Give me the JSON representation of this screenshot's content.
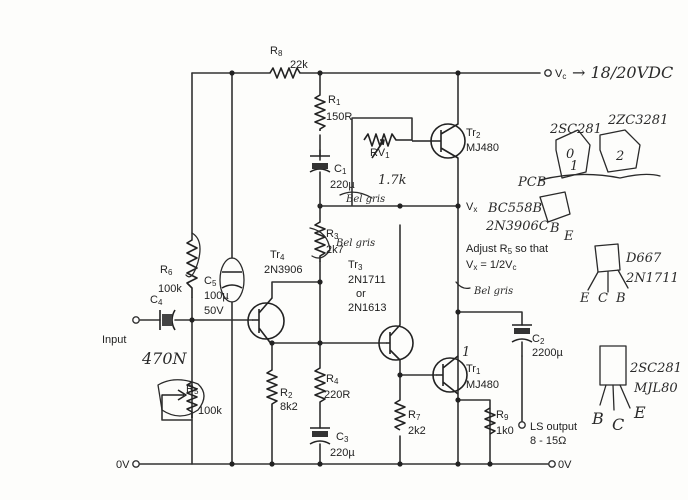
{
  "rails": {
    "vc_label": "V",
    "vc_sub": "c",
    "vc_note": "→ 18/20VDC",
    "gnd_left": "0V",
    "gnd_right": "0V",
    "vx_label": "V",
    "vx_sub": "x"
  },
  "components": {
    "r8": {
      "ref": "R",
      "sub": "8",
      "value": "22k"
    },
    "r1": {
      "ref": "R",
      "sub": "1",
      "value": "150R"
    },
    "c1": {
      "ref": "C",
      "sub": "1",
      "value": "220µ"
    },
    "rv1": {
      "ref": "RV",
      "sub": "1",
      "note": "1.7k"
    },
    "tr2": {
      "ref": "Tr",
      "sub": "2",
      "part": "MJ480"
    },
    "r3": {
      "ref": "R",
      "sub": "3",
      "value": "2k7"
    },
    "tr4": {
      "ref": "Tr",
      "sub": "4",
      "part": "2N3906"
    },
    "r6": {
      "ref": "R",
      "sub": "6",
      "value": "100k"
    },
    "c5": {
      "ref": "C",
      "sub": "5",
      "value": "100µ",
      "voltage": "50V"
    },
    "c4": {
      "ref": "C",
      "sub": "4",
      "note": "470N"
    },
    "r5": {
      "ref": "R",
      "sub": "5",
      "value": "100k"
    },
    "r2": {
      "ref": "R",
      "sub": "2",
      "value": "8k2"
    },
    "r4": {
      "ref": "R",
      "sub": "4",
      "value": "220R"
    },
    "c3": {
      "ref": "C",
      "sub": "3",
      "value": "220µ"
    },
    "tr3": {
      "ref": "Tr",
      "sub": "3",
      "part_a": "2N1711",
      "or": "or",
      "part_b": "2N1613"
    },
    "r7": {
      "ref": "R",
      "sub": "7",
      "value": "2k2"
    },
    "tr1": {
      "ref": "Tr",
      "sub": "1",
      "part": "MJ480"
    },
    "c2": {
      "ref": "C",
      "sub": "2",
      "value": "2200µ"
    },
    "r9": {
      "ref": "R",
      "sub": "9",
      "value": "1k0"
    }
  },
  "labels": {
    "input": "Input",
    "ls_output": "LS output",
    "ls_range": "8 - 15Ω",
    "adjust_line1": "Adjust R",
    "adjust_sub": "5",
    "adjust_line1_end": " so that",
    "adjust_line2": "V",
    "adjust_line2_sub": "x",
    "adjust_line2_end": " = 1/2V",
    "adjust_line2_end_sub": "c"
  },
  "handwritten": {
    "pkg_top_left": "2SC281",
    "pkg_top_right": "2ZC3281",
    "pin_0": "0",
    "pin_1": "1",
    "pin_2": "2",
    "pcb": "PCB",
    "bc558b": "BC558B",
    "n3906c": "2N3906C",
    "bce_b": "B",
    "bce_e": "E",
    "d667": "D667",
    "n1711": "2N1711",
    "ecb_e": "E",
    "ecb_c": "C",
    "ecb_b": "B",
    "sc281": "2SC281",
    "mj480": "MJL80",
    "bce2_b": "B",
    "bce2_c": "C",
    "bce2_e": "E",
    "bel_gris_1": "Bel gris",
    "bel_gris_2": "Bel gris",
    "bel_gris_3": "Bel gris",
    "tr1_num": "1"
  }
}
